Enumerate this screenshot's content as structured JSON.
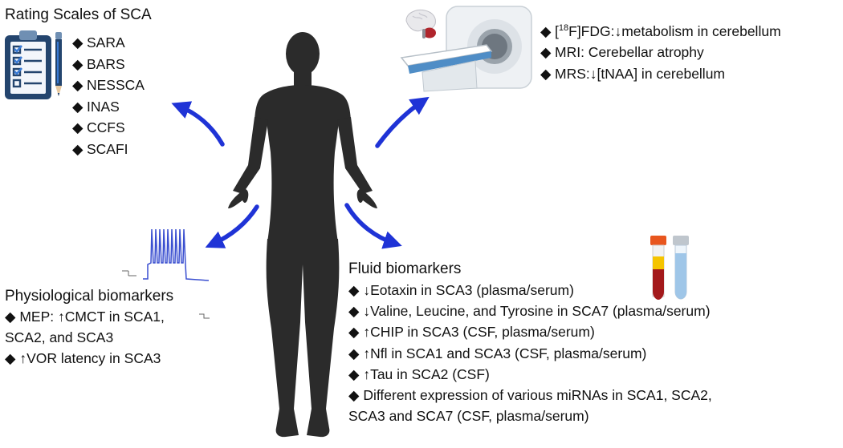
{
  "bullet": "◆",
  "rating": {
    "title": "Rating Scales of SCA",
    "items": [
      "SARA",
      "BARS",
      "NESSCA",
      "INAS",
      "CCFS",
      "SCAFI"
    ]
  },
  "imaging": {
    "items": [
      {
        "pre": "[",
        "sup": "18",
        "post": "F]FDG:↓metabolism in cerebellum"
      },
      {
        "pre": "MRI: Cerebellar atrophy",
        "sup": "",
        "post": ""
      },
      {
        "pre": "MRS:↓[tNAA] in cerebellum",
        "sup": "",
        "post": ""
      }
    ]
  },
  "physiological": {
    "title": "Physiological biomarkers",
    "lines": [
      "◆ MEP: ↑CMCT in SCA1,",
      "SCA2, and SCA3",
      "◆ ↑VOR latency in SCA3"
    ]
  },
  "fluid": {
    "title": "Fluid biomarkers",
    "lines": [
      "◆ ↓Eotaxin in SCA3 (plasma/serum)",
      "◆ ↓Valine, Leucine, and Tyrosine in SCA7 (plasma/serum)",
      "◆ ↑CHIP in SCA3 (CSF, plasma/serum)",
      "◆ ↑Nfl in SCA1 and SCA3 (CSF, plasma/serum)",
      "◆ ↑Tau in SCA2 (CSF)",
      "◆ Different expression of various miRNAs in SCA1, SCA2,",
      "SCA3 and SCA7 (CSF, plasma/serum)"
    ]
  },
  "colors": {
    "arrow": "#1f33d6",
    "silhouette": "#2b2b2b",
    "trace": "#3a4fd0",
    "clipboard": "#24456e",
    "tube_red": "#a3191b",
    "tube_blue": "#9fc6e8"
  },
  "icons": [
    "clipboard-checklist-icon",
    "pencil-icon",
    "mri-scanner-icon",
    "brain-icon",
    "neuron-spike-trace-icon",
    "blood-tube-icon",
    "plasma-tube-icon",
    "human-silhouette-icon"
  ]
}
